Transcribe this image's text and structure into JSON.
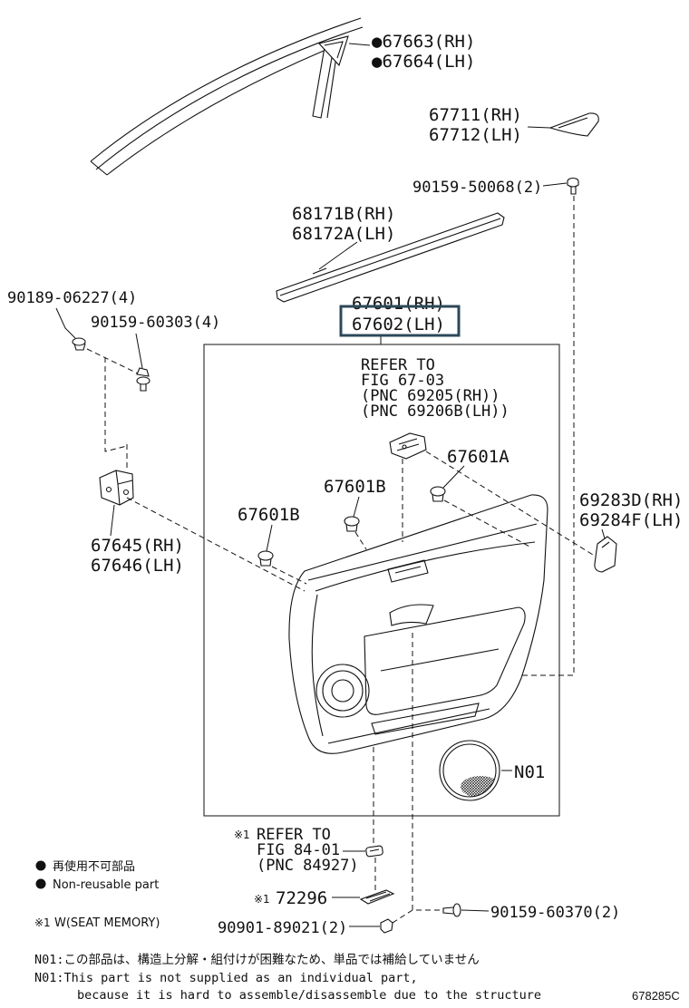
{
  "callouts": {
    "p67663": {
      "rh": "●67663(RH)",
      "lh": "●67664(LH)"
    },
    "p67711": {
      "rh": "67711(RH)",
      "lh": "67712(LH)"
    },
    "screw_top": "90159-50068(2)",
    "p68171": {
      "rh": "68171B(RH)",
      "lh": "68172A(LH)"
    },
    "clip_90189": "90189-06227(4)",
    "screw_90159_60303": "90159-60303(4)",
    "door_trim": {
      "rh": "67601(RH)",
      "lh": "67602(LH)"
    },
    "handle_ref": [
      "REFER TO",
      "FIG 67-03",
      "(PNC 69205(RH))",
      "(PNC 69206B(LH))"
    ],
    "clip_67601a": "67601A",
    "clip_67601b_upper": "67601B",
    "clip_67601b_left": "67601B",
    "p69283": {
      "rh": "69283D(RH)",
      "lh": "69284F(LH)"
    },
    "p67645": {
      "rh": "67645(RH)",
      "lh": "67646(LH)"
    },
    "speaker_grille": "N01",
    "switch_ref": {
      "mark": "※1",
      "lines": [
        "REFER TO",
        "FIG 84-01",
        "(PNC 84927)"
      ]
    },
    "p72296": {
      "mark": "※1",
      "number": "72296"
    },
    "screw_bottom": "90159-60370(2)",
    "clip_bottom": "90901-89021(2)"
  },
  "legend": {
    "non_reusable_ja": "再使用不可部品",
    "non_reusable_en": "Non-reusable part",
    "seat_memory": {
      "mark": "※1",
      "text": "W(SEAT MEMORY)"
    }
  },
  "notes": [
    "N01:この部品は、構造上分解・組付けが困難なため、単品では補給していません",
    "N01:This part is not supplied as an individual part,",
    "because it is hard to assemble/disassemble due to the structure"
  ],
  "figure_code": "678285C",
  "colors": {
    "highlight": "#2c4858"
  }
}
